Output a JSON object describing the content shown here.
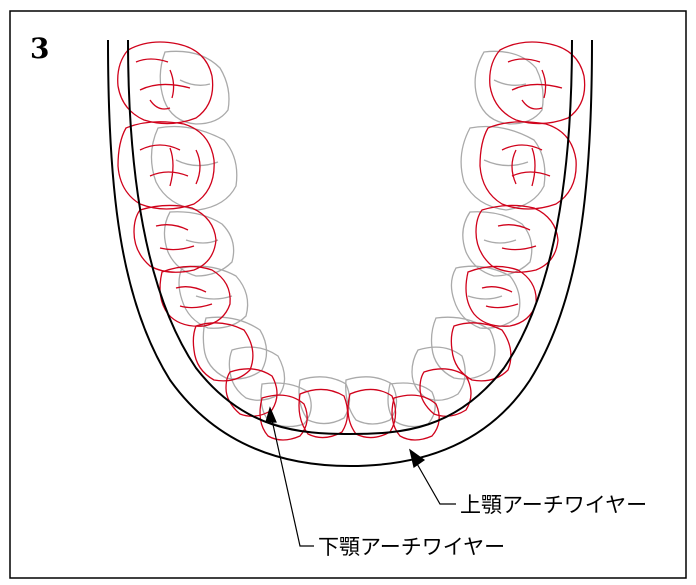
{
  "figure": {
    "number": "3"
  },
  "labels": {
    "upper_wire": "上顎アーチワイヤー",
    "lower_wire": "下顎アーチワイヤー"
  },
  "colors": {
    "frame": "#000000",
    "upper_teeth": "#aaaaaa",
    "lower_teeth": "#d0021b",
    "wire": "#000000"
  }
}
